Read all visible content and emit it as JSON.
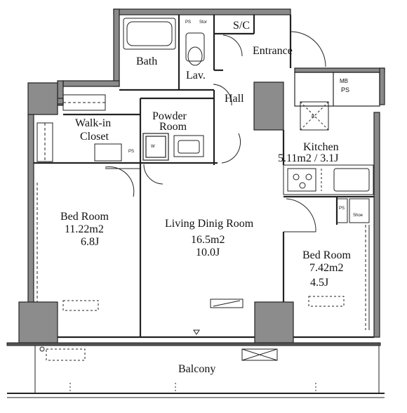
{
  "rooms": {
    "sc": "S/C",
    "entrance": "Entrance",
    "bath": "Bath",
    "lav": "Lav.",
    "hall": "Hall",
    "powder_line1": "Powder",
    "powder_line2": "Room",
    "walkin_line1": "Walk-in",
    "walkin_line2": "Closet",
    "kitchen": "Kitchen",
    "kitchen_area": "5.11m2 / 3.1J",
    "bed_left": "Bed Room",
    "bed_left_m2": "11.22m2",
    "bed_left_j": "6.8J",
    "living": "Living Dinig Room",
    "living_m2": "16.5m2",
    "living_j": "10.0J",
    "bed_right": "Bed Room",
    "bed_right_m2": "7.42m2",
    "bed_right_j": "4.5J",
    "balcony": "Balcony"
  },
  "fixtures": {
    "mb": "MB",
    "ps_main": "PS",
    "ps_small1": "PS",
    "ps_small2": "PS",
    "ps_small3": "PS",
    "stor": "Stor",
    "w_label": "W",
    "r_label": "R",
    "shoe": "Shoe"
  }
}
